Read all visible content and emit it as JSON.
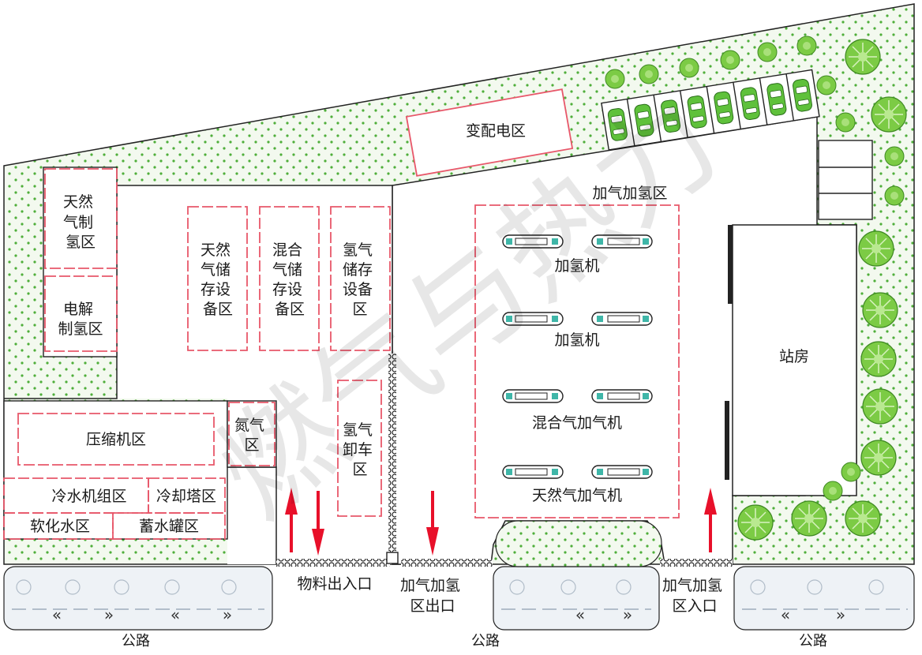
{
  "colors": {
    "zone_border": "#e8576a",
    "green_fill": "#eaf4e3",
    "green_dot": "#4fae3a",
    "tree": "#6fc33f",
    "line": "#222222",
    "arrow": "#e8102a",
    "road": "#eef2f6"
  },
  "zones": {
    "substation": "变配电区",
    "dispensing_area": "加气加氢区",
    "natural_gas_production": [
      "天然",
      "气制",
      "氢区"
    ],
    "electrolysis": [
      "电解",
      "制氢区"
    ],
    "ng_storage": [
      "天然",
      "气储",
      "存设",
      "备区"
    ],
    "mixed_storage": [
      "混合",
      "气储",
      "存设",
      "备区"
    ],
    "h2_storage": [
      "氢气",
      "储存",
      "设备",
      "区"
    ],
    "compressor": "压缩机区",
    "nitrogen": [
      "氮气",
      "区"
    ],
    "h2_unloading": [
      "氢气",
      "卸车",
      "区"
    ],
    "chiller": "冷水机组区",
    "cooling_tower": "冷却塔区",
    "soft_water": "软化水区",
    "water_tank": "蓄水罐区",
    "station_house": "站房"
  },
  "dispensers": {
    "hydrogen_1": "加氢机",
    "hydrogen_2": "加氢机",
    "mixed_gas": "混合气加气机",
    "natural_gas": "天然气加气机"
  },
  "entrances": {
    "material": "物料出入口",
    "exit": [
      "加气加氢",
      "区出口"
    ],
    "entry": [
      "加气加氢",
      "区入口"
    ]
  },
  "roads": [
    "公路",
    "公路",
    "公路"
  ],
  "watermark": "燃气与热力",
  "icons": {
    "car": "car-icon",
    "tree": "tree-icon",
    "arrow_up": "arrow-up-icon",
    "arrow_down": "arrow-down-icon",
    "dispenser": "dispenser-icon"
  }
}
